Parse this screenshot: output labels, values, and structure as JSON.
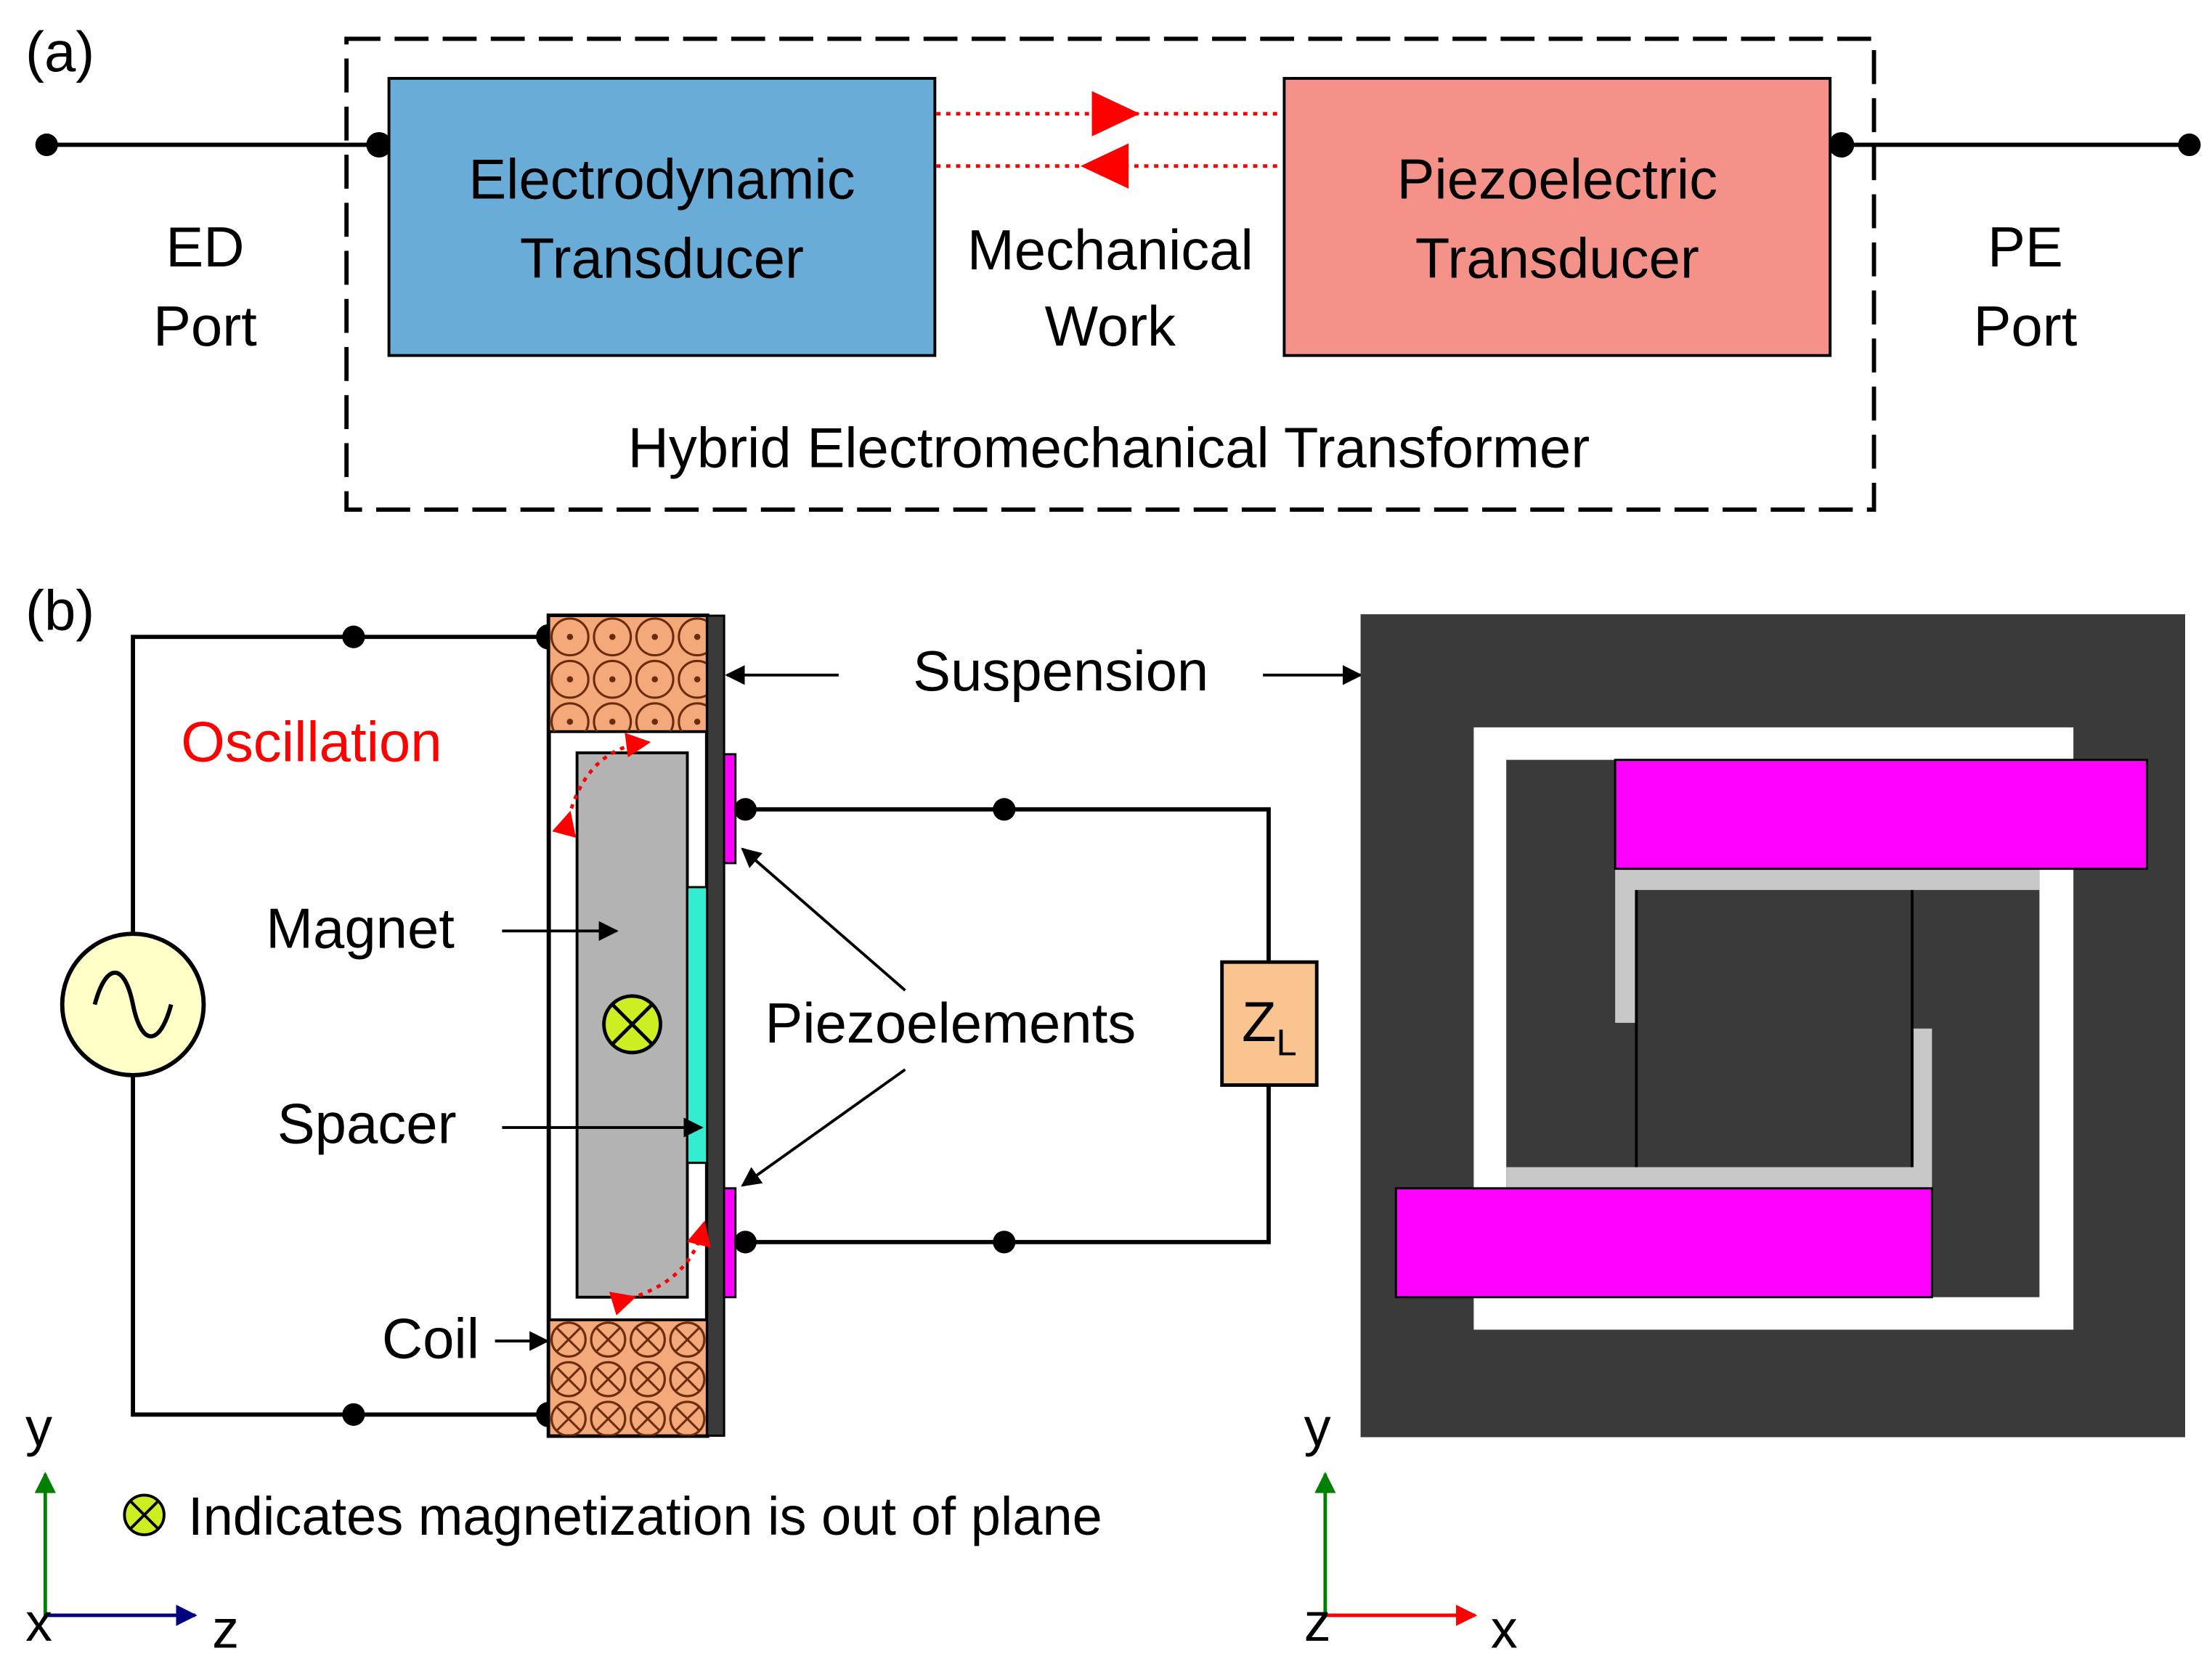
{
  "panel_a": {
    "label": "(a)",
    "ed_port": [
      "ED",
      "Port"
    ],
    "pe_port": [
      "PE",
      "Port"
    ],
    "ed_transducer": [
      "Electrodynamic",
      "Transducer"
    ],
    "pe_transducer": [
      "Piezoelectric",
      "Transducer"
    ],
    "mechanical_work": [
      "Mechanical",
      "Work"
    ],
    "transformer_title": "Hybrid Electromechanical Transformer"
  },
  "panel_b": {
    "label": "(b)",
    "oscillation": "Oscillation",
    "magnet": "Magnet",
    "spacer": "Spacer",
    "coil": "Coil",
    "suspension": "Suspension",
    "piezoelements": "Piezoelements",
    "load_z": "Z",
    "load_sub": "L",
    "legend_text": "Indicates magnetization is out of plane",
    "axes_left": {
      "vertical": "y",
      "horizontal": "z",
      "origin": "x"
    },
    "axes_right": {
      "vertical": "y",
      "horizontal": "x",
      "origin": "z"
    }
  },
  "colors": {
    "ed_box": "#6aacd8",
    "pe_box": "#f4928a",
    "arrow_red": "#ff0000",
    "coil": "#f4a97a",
    "magnet": "#b3b3b3",
    "spacer": "#33ebcf",
    "piezo": "#ff00ff",
    "suspension_dark": "#3a3a3a",
    "source": "#ffffc8",
    "load": "#fac490",
    "mag_symbol": "#ccee22",
    "axis_green": "#008000",
    "axis_blue": "#000080",
    "axis_red": "#ff0000"
  }
}
